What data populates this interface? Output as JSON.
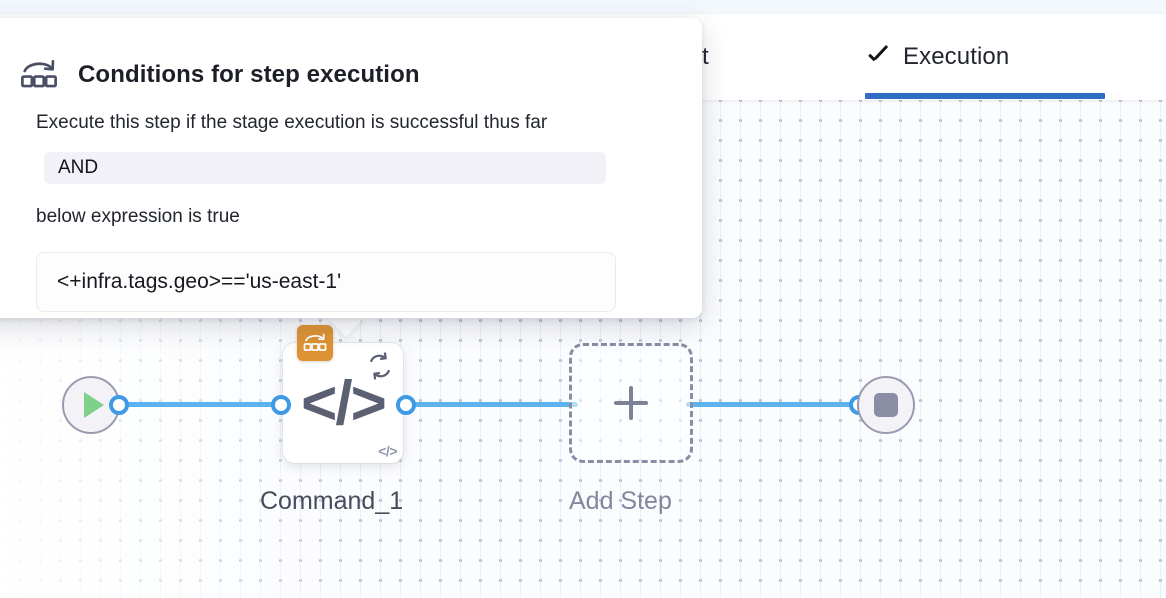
{
  "tabs": [
    {
      "label": "ronment",
      "name": "tab-environment",
      "active": false,
      "has_check": false
    },
    {
      "label": "Execution",
      "name": "tab-execution",
      "active": true,
      "has_check": true
    }
  ],
  "popover": {
    "icon": "conditional-execution-icon",
    "title": "Conditions for step execution",
    "line_successful": "Execute this step if the stage execution is successful thus far",
    "operator_value": "AND",
    "line_expression": "below expression is true",
    "expression_value": "<+infra.tags.geo>=='us-east-1'"
  },
  "graph": {
    "start_node": {
      "name": "pipeline-start-node",
      "icon": "play-icon"
    },
    "end_node": {
      "name": "pipeline-end-node",
      "icon": "stop-icon"
    },
    "step": {
      "label": "Command_1",
      "icon": "code-icon",
      "mini_icon": "code-icon-small",
      "loop_icon": "loop-retry-icon",
      "condition_badge_icon": "conditional-execution-icon",
      "code_glyph": "</>",
      "mini_glyph": "</>"
    },
    "add_step": {
      "label": "Add Step",
      "icon": "plus-icon"
    }
  },
  "colors": {
    "accent_blue": "#2f6cc4",
    "edge_blue": "#5cb3ef",
    "port_blue": "#3f9ae5",
    "badge_orange": "#dd9333",
    "play_green": "#7fd08b",
    "stop_gray": "#8a8da3",
    "canvas_bg": "#fbfcfe",
    "field_bg": "#f2f1f8"
  }
}
